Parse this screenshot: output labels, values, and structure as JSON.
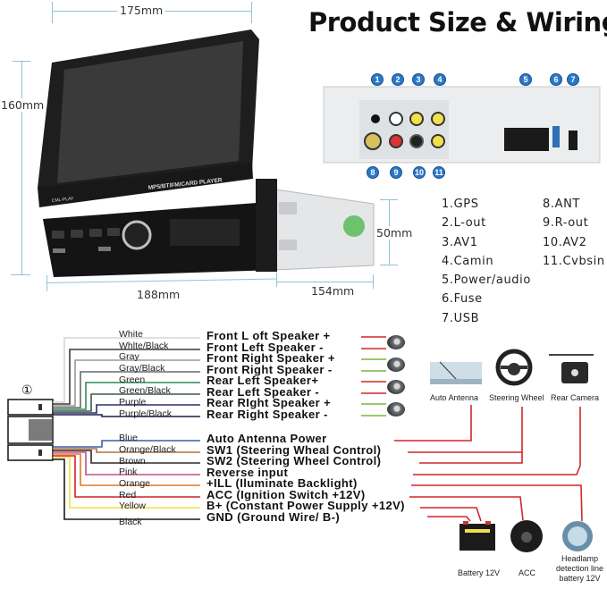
{
  "title": "Product Size & Wiring",
  "dimensions": {
    "width_top": "175mm",
    "height": "160mm",
    "front_width": "188mm",
    "depth": "154mm",
    "chassis_height": "50mm"
  },
  "unit": {
    "screen_label": "MP5/BT/FM/CARD PLAYER",
    "logo": "CML-PLAY"
  },
  "rear_panel": {
    "badges_top": [
      "1",
      "2",
      "3",
      "4",
      "5",
      "6",
      "7"
    ],
    "badges_bottom": [
      "8",
      "9",
      "10",
      "11"
    ]
  },
  "port_legend": {
    "left": [
      "1.GPS",
      "2.L-out",
      "3.AV1",
      "4.Camin",
      "5.Power/audio",
      "6.Fuse",
      "7.USB"
    ],
    "right": [
      "8.ANT",
      "9.R-out",
      "10.AV2",
      "11.Cvbsin"
    ]
  },
  "connector_label": "①",
  "wires": [
    {
      "color_name": "White",
      "function": "Front L oft Speaker +",
      "hex": "#e6e6e6",
      "group": "speaker",
      "lead": "red"
    },
    {
      "color_name": "Whlte/Black",
      "function": "Front Left Speaker -",
      "hex": "#3a3a3a",
      "group": "speaker",
      "lead": "red"
    },
    {
      "color_name": "Gray",
      "function": "Front Right Speaker +",
      "hex": "#9a9a9a",
      "group": "speaker",
      "lead": "green"
    },
    {
      "color_name": "Gray/Black",
      "function": "Front Right Speaker -",
      "hex": "#6a6a6a",
      "group": "speaker",
      "lead": "green"
    },
    {
      "color_name": "Green",
      "function": "Rear Left Speaker+",
      "hex": "#2e8b57",
      "group": "speaker",
      "lead": "red"
    },
    {
      "color_name": "Green/Black",
      "function": "Rear Left Speaker -",
      "hex": "#3d5a45",
      "group": "speaker",
      "lead": "red"
    },
    {
      "color_name": "Purple",
      "function": "Rear RIght Speaker +",
      "hex": "#2b2f6e",
      "group": "speaker",
      "lead": "green"
    },
    {
      "color_name": "Purple/Black",
      "function": "Rear Right Speaker -",
      "hex": "#1d1f45",
      "group": "speaker",
      "lead": "green"
    },
    {
      "color_name": "Blue",
      "function": "Auto Antenna Power",
      "hex": "#3b5ea8",
      "group": "control"
    },
    {
      "color_name": "Orange/Black",
      "function": "SW1 (Steering Wheal Control)",
      "hex": "#b07040",
      "group": "control"
    },
    {
      "color_name": "Brown",
      "function": "SW2 (Steering Wheel Control)",
      "hex": "#2a2a2a",
      "group": "control"
    },
    {
      "color_name": "Pink",
      "function": "Reverse input",
      "hex": "#c0508a",
      "group": "control"
    },
    {
      "color_name": "Orange",
      "function": "+ILL (Iluminate Backlight)",
      "hex": "#e07a2a",
      "group": "control"
    },
    {
      "color_name": "Red",
      "function": "ACC (Ignition Switch +12V)",
      "hex": "#d0202a",
      "group": "control"
    },
    {
      "color_name": "Yellow",
      "function": "B+ (Constant Power Supply +12V)",
      "hex": "#f0e040",
      "group": "control"
    },
    {
      "color_name": "Black",
      "function": "GND (Ground Wire/ B-)",
      "hex": "#1a1a1a",
      "group": "control"
    }
  ],
  "accessories_top": [
    {
      "label": "Auto Antenna",
      "icon": "antenna-icon"
    },
    {
      "label": "Steering Wheel",
      "icon": "steering-wheel-icon"
    },
    {
      "label": "Rear Camera",
      "icon": "camera-icon"
    }
  ],
  "accessories_bottom": [
    {
      "label": "Battery 12V",
      "icon": "battery-icon"
    },
    {
      "label": "ACC",
      "icon": "ignition-icon"
    },
    {
      "label_lines": [
        "Headlamp",
        "detection line",
        "battery 12V"
      ],
      "icon": "headlamp-icon"
    }
  ],
  "colors": {
    "lead_red": "#d0262a",
    "lead_green": "#7cb342",
    "dimension_line": "#8fc3d3",
    "badge_blue": "#2a78c8"
  }
}
